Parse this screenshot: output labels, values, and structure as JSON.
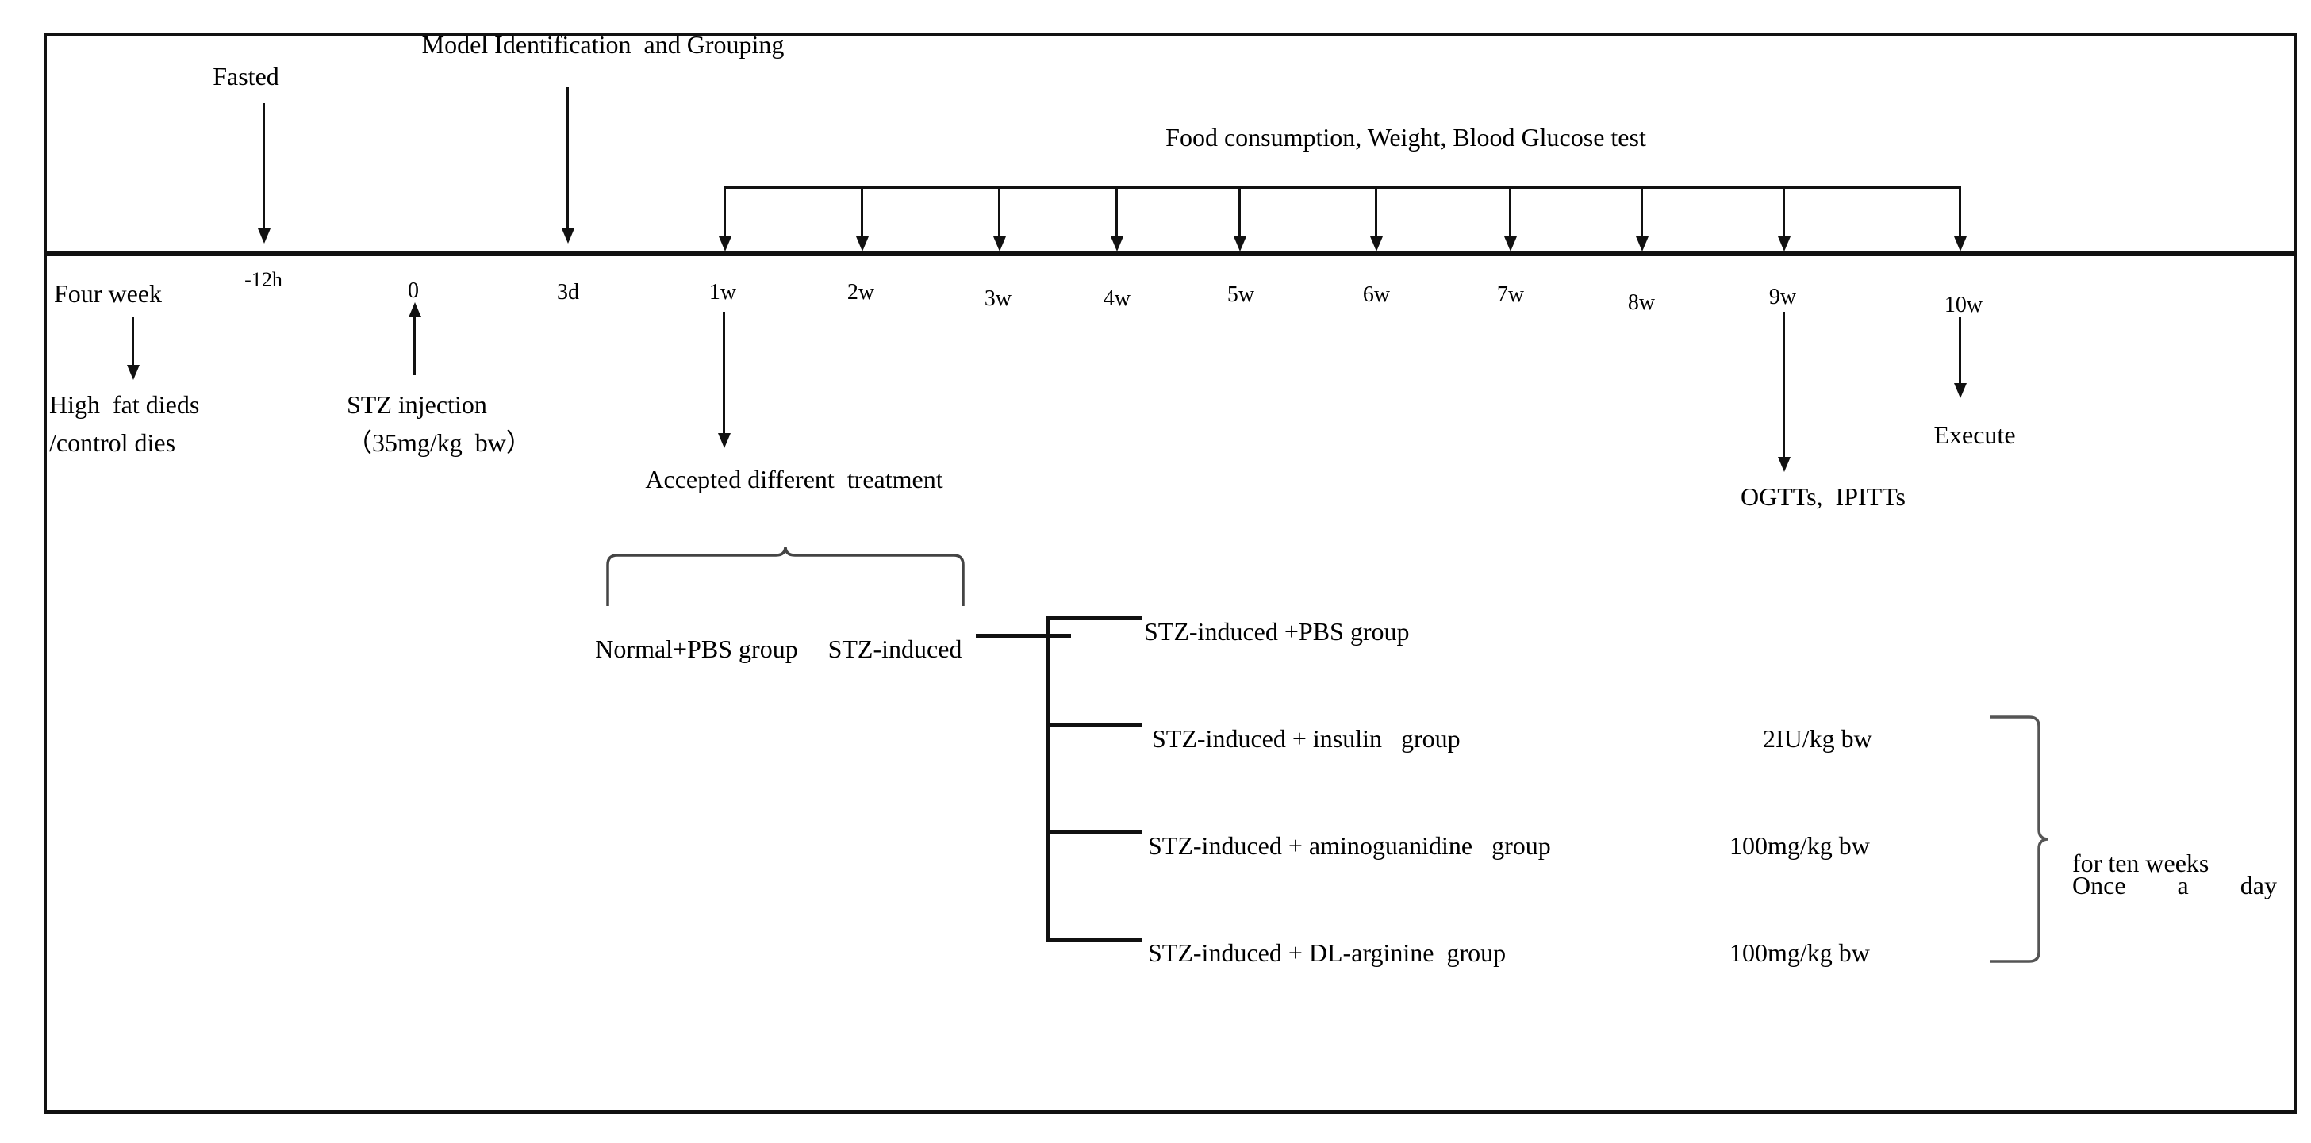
{
  "diagram": {
    "title_top": "Model Identification  and Grouping",
    "fasted_label": "Fasted",
    "measurement_label": "Food consumption, Weight, Blood Glucose test"
  },
  "timeline": {
    "pre_label": "Four week",
    "ticks": [
      {
        "id": "t-12h",
        "label": "-12h",
        "superscript": true
      },
      {
        "id": "t0",
        "label": "0"
      },
      {
        "id": "t3d",
        "label": "3d"
      },
      {
        "id": "t1w",
        "label": "1w"
      },
      {
        "id": "t2w",
        "label": "2w"
      },
      {
        "id": "t3w",
        "label": "3w"
      },
      {
        "id": "t4w",
        "label": "4w"
      },
      {
        "id": "t5w",
        "label": "5w"
      },
      {
        "id": "t6w",
        "label": "6w"
      },
      {
        "id": "t7w",
        "label": "7w"
      },
      {
        "id": "t8w",
        "label": "8w"
      },
      {
        "id": "t9w",
        "label": "9w"
      },
      {
        "id": "t10w",
        "label": "10w"
      }
    ]
  },
  "annotations": {
    "diet_line1": "High  fat dieds",
    "diet_line2": "/control dies",
    "stz_line1": "STZ injection",
    "stz_line2": "（35mg/kg  bw）",
    "treatment_label": "Accepted different  treatment",
    "ogtt_label": "OGTTs,  IPITTs",
    "execute_label": "Execute"
  },
  "grouping": {
    "normal_group": "Normal+PBS group",
    "stz_group": "STZ-induced",
    "branches": [
      {
        "label": "STZ-induced +PBS group",
        "dose": ""
      },
      {
        "label": "STZ-induced + insulin   group",
        "dose": "2IU/kg bw"
      },
      {
        "label": "STZ-induced + aminoguanidine   group",
        "dose": "100mg/kg bw"
      },
      {
        "label": "STZ-induced + DL-arginine  group",
        "dose": "100mg/kg bw"
      }
    ],
    "frequency_line1": "Once a day",
    "frequency_line2": "for ten weeks"
  }
}
